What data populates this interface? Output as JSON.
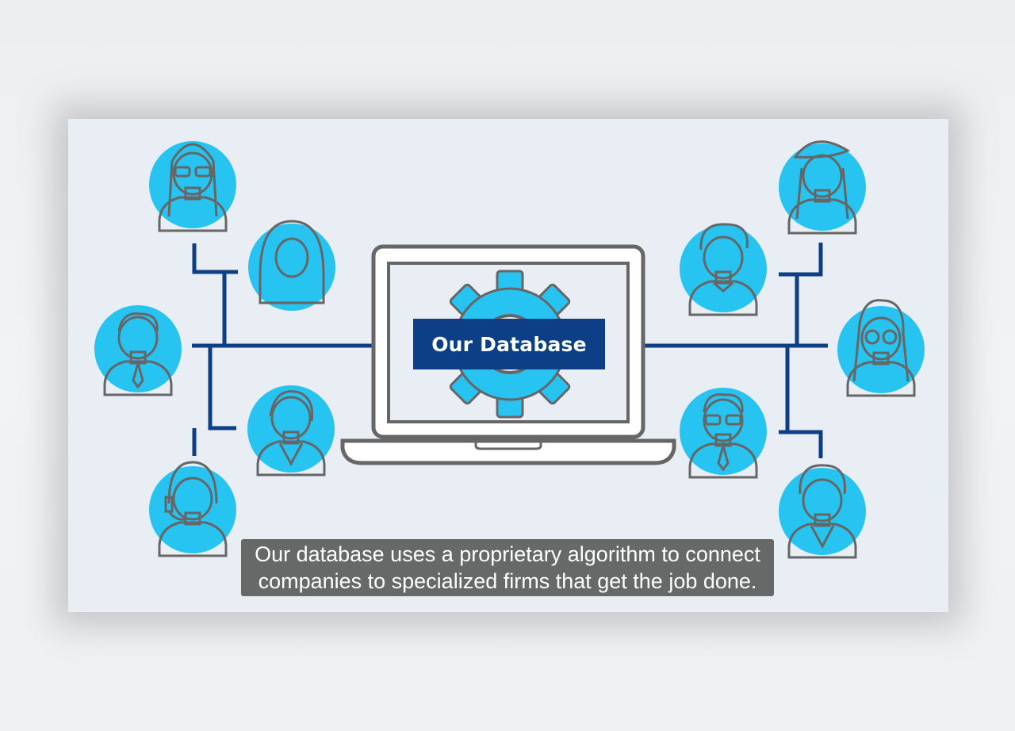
{
  "diagram": {
    "center_label": "Our Database",
    "caption_lines": [
      "Our database uses a proprietary algorithm to connect",
      "companies to specialized firms that get the job done."
    ]
  },
  "colors": {
    "circle": "#27c4f2",
    "line": "#0d3f86",
    "outline": "#666666",
    "gear": "#27c4f2",
    "label_bg": "#0d3f86",
    "panel_bg": "#e9eef4",
    "caption_bg": "#606060"
  },
  "people": [
    {
      "icon": "woman-glasses-icon",
      "side": "left"
    },
    {
      "icon": "woman-hijab-icon",
      "side": "left"
    },
    {
      "icon": "man-suit-icon",
      "side": "left"
    },
    {
      "icon": "woman-blazer-icon",
      "side": "left"
    },
    {
      "icon": "woman-headset-icon",
      "side": "left"
    },
    {
      "icon": "woman-beret-icon",
      "side": "right"
    },
    {
      "icon": "man-polo-icon",
      "side": "right"
    },
    {
      "icon": "woman-round-glasses-icon",
      "side": "right"
    },
    {
      "icon": "man-glasses-tie-icon",
      "side": "right"
    },
    {
      "icon": "man-blazer-icon",
      "side": "right"
    }
  ]
}
